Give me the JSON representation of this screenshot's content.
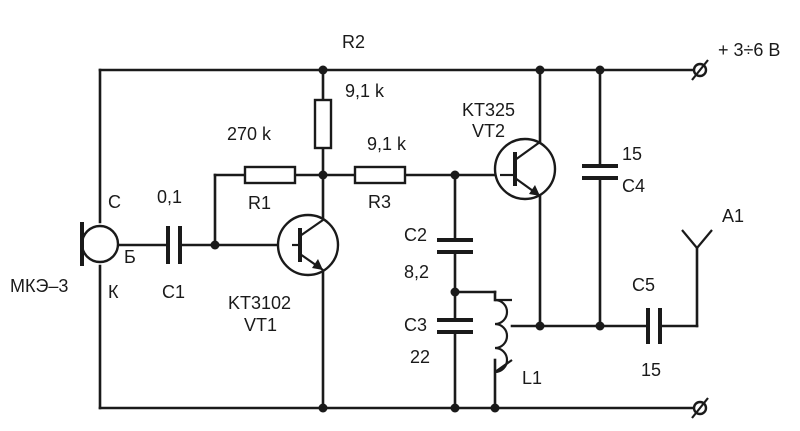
{
  "components": {
    "mic": {
      "designator": "МКЭ–3",
      "pin_c": "С",
      "pin_b": "Б",
      "pin_k": "К"
    },
    "c1": {
      "designator": "C1",
      "value": "0,1"
    },
    "r1": {
      "designator": "R1",
      "value": "270 k"
    },
    "r2": {
      "designator": "R2",
      "value": "9,1 k"
    },
    "r3": {
      "designator": "R3",
      "value": "9,1 k"
    },
    "vt1": {
      "designator": "VT1",
      "type": "KT3102"
    },
    "vt2": {
      "designator": "VT2",
      "type": "KT325"
    },
    "c2": {
      "designator": "C2",
      "value": "8,2"
    },
    "c3": {
      "designator": "C3",
      "value": "22"
    },
    "c4": {
      "designator": "C4",
      "value": "15"
    },
    "c5": {
      "designator": "C5",
      "value": "15"
    },
    "l1": {
      "designator": "L1"
    },
    "a1": {
      "designator": "A1"
    }
  },
  "supply": {
    "label": "+ 3÷6 В"
  }
}
